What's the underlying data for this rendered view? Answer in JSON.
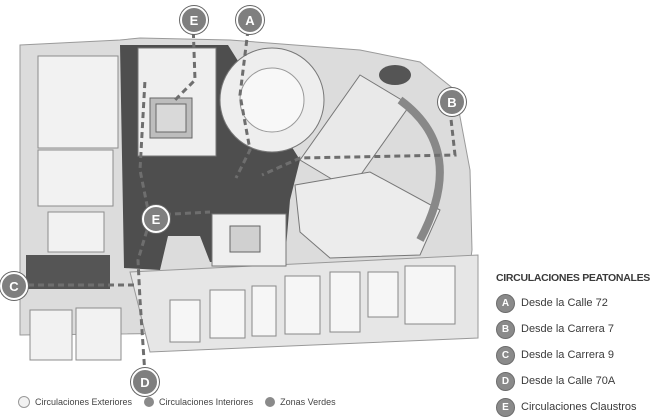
{
  "legend": {
    "title": "CIRCULACIONES PEATONALES",
    "routes": [
      {
        "letter": "A",
        "label": "Desde la Calle 72"
      },
      {
        "letter": "B",
        "label": "Desde la Carrera 7"
      },
      {
        "letter": "C",
        "label": "Desde la Carrera 9"
      },
      {
        "letter": "D",
        "label": "Desde la Calle 70A"
      },
      {
        "letter": "E",
        "label": "Circulaciones Claustros"
      }
    ]
  },
  "bottom_legend": [
    {
      "label": "Circulaciones Exteriores",
      "color": "#f2f2f2"
    },
    {
      "label": "Circulaciones Interiores",
      "color": "#8a8a8a"
    },
    {
      "label": "Zonas Verdes",
      "color": "#8a8a8a"
    }
  ],
  "map_markers": {
    "a": "A",
    "b": "B",
    "c": "C",
    "d": "D",
    "e_top": "E",
    "e_mid": "E"
  },
  "colors": {
    "ground": "#dadada",
    "dark_zone": "#4a4a4a",
    "route_line": "#6e6e6e"
  }
}
